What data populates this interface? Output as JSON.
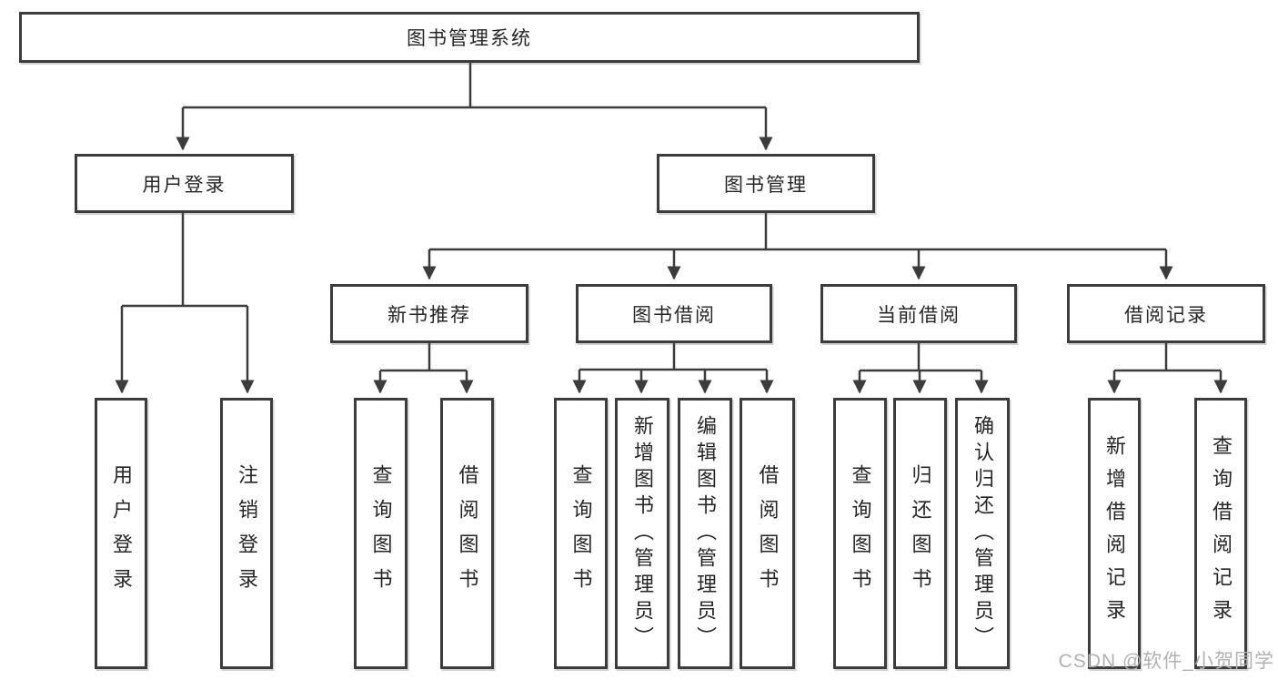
{
  "diagram": {
    "tree": {
      "label": "图书管理系统",
      "children": [
        {
          "label": "用户登录",
          "children": [
            {
              "label": "用户登录"
            },
            {
              "label": "注销登录"
            }
          ]
        },
        {
          "label": "图书管理",
          "children": [
            {
              "label": "新书推荐",
              "children": [
                {
                  "label": "查询图书"
                },
                {
                  "label": "借阅图书"
                }
              ]
            },
            {
              "label": "图书借阅",
              "children": [
                {
                  "label": "查询图书"
                },
                {
                  "label": "新增图书（管理员）"
                },
                {
                  "label": "编辑图书（管理员）"
                },
                {
                  "label": "借阅图书"
                }
              ]
            },
            {
              "label": "当前借阅",
              "children": [
                {
                  "label": "查询图书"
                },
                {
                  "label": "归还图书"
                },
                {
                  "label": "确认归还（管理员）"
                }
              ]
            },
            {
              "label": "借阅记录",
              "children": [
                {
                  "label": "新增借阅记录"
                },
                {
                  "label": "查询借阅记录"
                }
              ]
            }
          ]
        }
      ]
    },
    "watermark": "CSDN @软件_小贺同学",
    "colors": {
      "line": "#3c3c3c",
      "box_border": "#3c3c3c",
      "text": "#262626",
      "background": "#ffffff",
      "watermark": "#b1b1b1"
    }
  }
}
